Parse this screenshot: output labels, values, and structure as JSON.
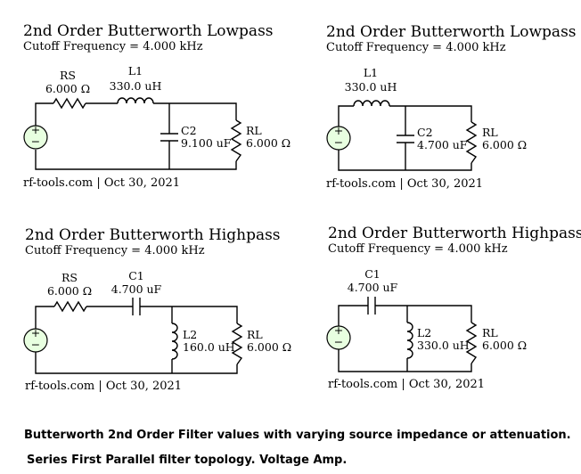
{
  "panels": [
    {
      "title": "2nd Order Butterworth Lowpass",
      "subtitle": "Cutoff Frequency = 4.000 kHz",
      "series_element": {
        "name": "L1",
        "value": "330.0 uH"
      },
      "source_resistor": {
        "name": "RS",
        "value": "6.000 Ω"
      },
      "shunt_element": {
        "name": "C2",
        "value": "9.100 uF"
      },
      "load": {
        "name": "RL",
        "value": "6.000 Ω"
      },
      "credit": "rf-tools.com | Oct 30, 2021"
    },
    {
      "title": "2nd Order Butterworth Lowpass",
      "subtitle": "Cutoff Frequency = 4.000 kHz",
      "series_element": {
        "name": "L1",
        "value": "330.0 uH"
      },
      "shunt_element": {
        "name": "C2",
        "value": "4.700 uF"
      },
      "load": {
        "name": "RL",
        "value": "6.000 Ω"
      },
      "credit": "rf-tools.com | Oct 30, 2021"
    },
    {
      "title": "2nd Order Butterworth Highpass",
      "subtitle": "Cutoff Frequency = 4.000 kHz",
      "series_element": {
        "name": "C1",
        "value": "4.700 uF"
      },
      "source_resistor": {
        "name": "RS",
        "value": "6.000 Ω"
      },
      "shunt_element": {
        "name": "L2",
        "value": "160.0 uH"
      },
      "load": {
        "name": "RL",
        "value": "6.000 Ω"
      },
      "credit": "rf-tools.com | Oct 30, 2021"
    },
    {
      "title": "2nd Order Butterworth Highpass",
      "subtitle": "Cutoff Frequency = 4.000 kHz",
      "series_element": {
        "name": "C1",
        "value": "4.700 uF"
      },
      "shunt_element": {
        "name": "L2",
        "value": "330.0 uH"
      },
      "load": {
        "name": "RL",
        "value": "6.000 Ω"
      },
      "credit": "rf-tools.com | Oct 30, 2021"
    }
  ],
  "source_symbol": {
    "plus": "+",
    "minus": "−"
  },
  "caption": {
    "line1": "Butterworth 2nd Order Filter values with varying source impedance or attenuation.",
    "line2": "Series First Parallel filter topology. Voltage Amp."
  },
  "colors": {
    "wire": "#000000",
    "source_fill": "#e8ffe0",
    "background": "#ffffff"
  }
}
